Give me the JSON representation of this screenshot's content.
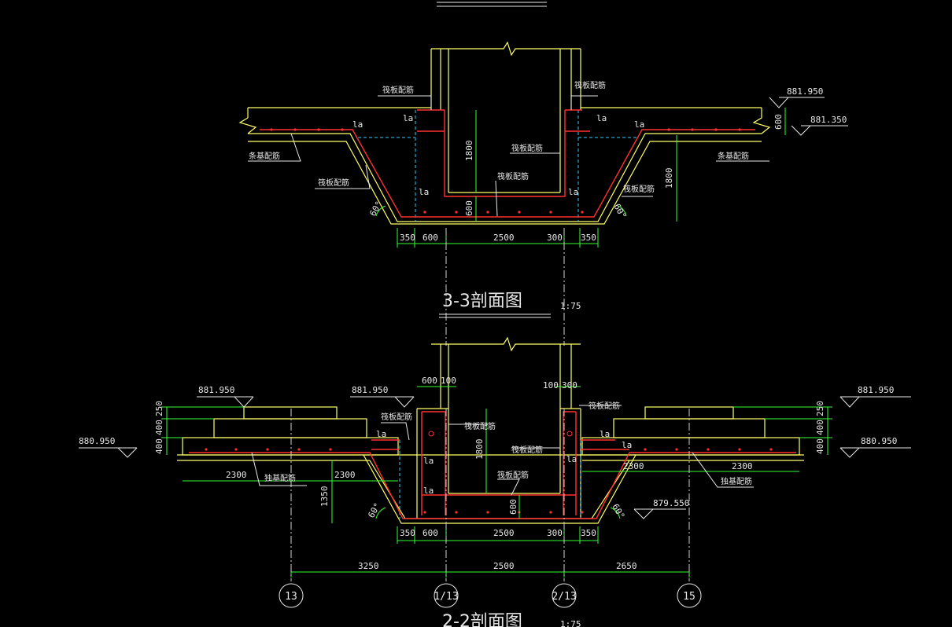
{
  "colors": {
    "background": "#000000",
    "outline": "#ffff66",
    "rebar": "#ff3030",
    "dimension": "#33ff33",
    "text": "#e8e8e8",
    "hidden": "#33ccff",
    "axis": "#d0d0d0"
  },
  "section33": {
    "title": "3-3剖面图",
    "scale": "1:75",
    "elev_top": "881.950",
    "elev_mid": "881.350",
    "dim_600": "600",
    "dim_1800_right": "1800",
    "dim_1800_inner": "1800",
    "dim_600_inner": "600",
    "bottom_dims": [
      "350",
      "600",
      "2500",
      "300",
      "350"
    ],
    "angle_left": "60°",
    "angle_right": "60°",
    "la": "la",
    "notes": {
      "raft_left": "筏板配筋",
      "raft_right": "筏板配筋",
      "strip_left": "条基配筋",
      "strip_right": "条基配筋",
      "slope_left": "筏板配筋",
      "slope_right": "筏板配筋",
      "pit_wall": "筏板配筋",
      "pit_bottom": "筏板配筋"
    }
  },
  "section22": {
    "title": "2-2剖面图",
    "scale": "1:75",
    "elev_left_top": "881.950",
    "elev_left_low": "880.950",
    "elev_center_left": "881.950",
    "elev_right_top": "881.950",
    "elev_right_low": "880.950",
    "elev_bottom": "879.550",
    "left_vert_dims": [
      "250",
      "400",
      "400"
    ],
    "right_vert_dims": [
      "250",
      "400",
      "400"
    ],
    "top_left_dims": [
      "600",
      "100"
    ],
    "top_right_dims": [
      "100",
      "300"
    ],
    "dim_1800": "1800",
    "dim_1350": "1350",
    "dim_600": "600",
    "left_spans": [
      "2300",
      "2300"
    ],
    "right_spans": [
      "2300",
      "2300"
    ],
    "bottom_dims": [
      "350",
      "600",
      "2500",
      "300",
      "350"
    ],
    "axis_dims": [
      "3250",
      "2500",
      "2650"
    ],
    "axes": [
      "13",
      "1/13",
      "2/13",
      "15"
    ],
    "angle_left": "60°",
    "angle_right": "60°",
    "la": "la",
    "notes": {
      "wall_left": "筏板配筋",
      "wall_inner": "筏板配筋",
      "wall_right": "筏板配筋",
      "bottom": "筏板配筋",
      "found_left": "独基配筋",
      "found_right": "独基配筋",
      "right_mid": "筏板配筋"
    }
  }
}
